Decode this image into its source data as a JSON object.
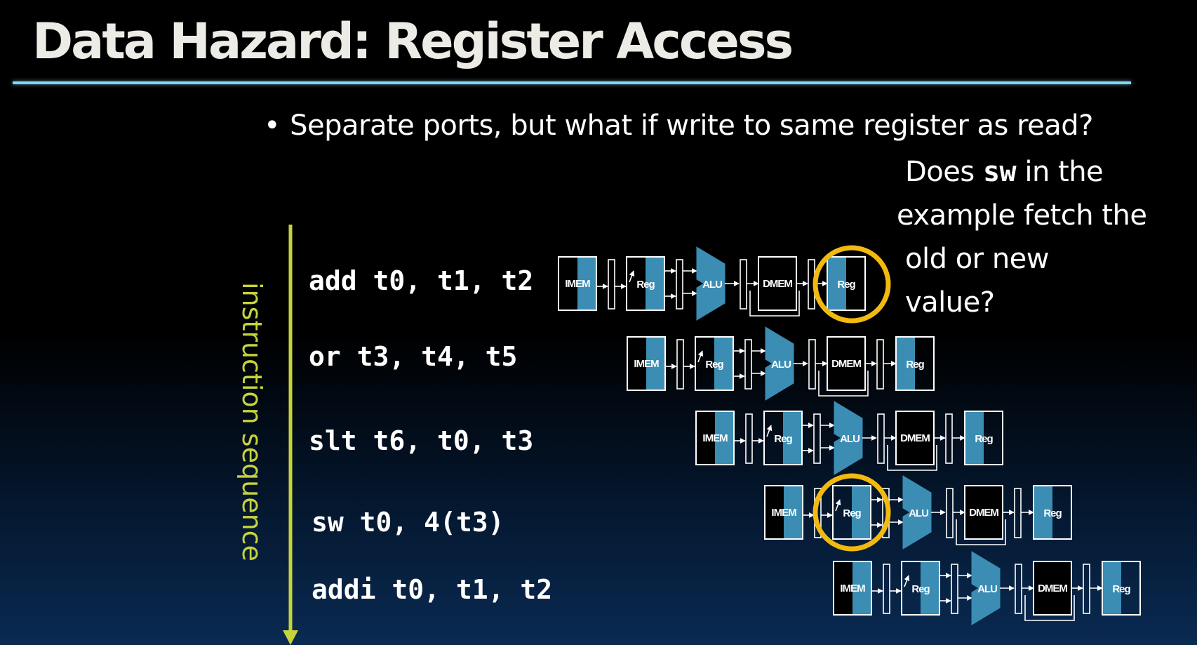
{
  "slide": {
    "title": "Data Hazard: Register Access",
    "bullet": "Separate ports, but what if write to same register as read?",
    "question_line1_pre": "Does ",
    "question_line1_code": "sw",
    "question_line1_post": " in the",
    "question_line2": "example fetch the",
    "question_line3": "old or new",
    "question_line4": "value?",
    "sequence_label": "instruction sequence"
  },
  "instructions": [
    {
      "text": "add t0, t1, t2"
    },
    {
      "text": "or t3, t4, t5"
    },
    {
      "text": "slt t6, t0, t3"
    },
    {
      "text": "sw t0, 4(t3)"
    },
    {
      "text": "addi t0, t1, t2"
    }
  ],
  "stage_labels": {
    "imem": "IMEM",
    "reg": "Reg",
    "alu": "ALU",
    "dmem": "DMEM"
  },
  "colors": {
    "accent_rule": "#7fd8f2",
    "arrow": "#c6d33c",
    "stage_fill": "#3b8db4",
    "highlight": "#f2b90f"
  }
}
